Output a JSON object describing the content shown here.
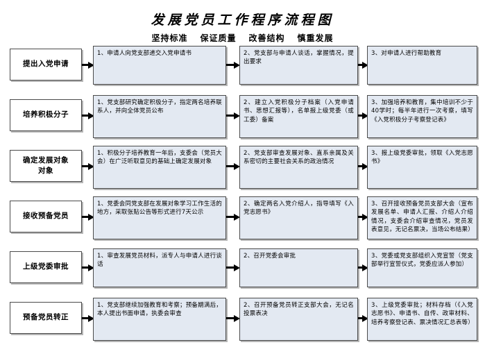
{
  "document": {
    "title": "发展党员工作程序流程图",
    "subtitle_parts": [
      "坚持标准",
      "保证质量",
      "改善结构",
      "慎重发展"
    ]
  },
  "colors": {
    "step_box_fill": "#e3e9f2",
    "stage_box_fill": "#ffffff",
    "border": "#4a4a4a",
    "arrow": "#000000",
    "text": "#000000"
  },
  "rows": [
    {
      "stage": "提出入党申请",
      "steps": [
        "1、申请人向党支部递交入党申请书",
        "2、党支部与申请人谈话，掌握情况，提出要求",
        "3、对申请人进行帮助教育"
      ]
    },
    {
      "stage": "培养积极分子",
      "steps": [
        "1、党支部研究确定积极分子，指定两名培养联系人，并向全体党员公布",
        "2、建立入党积极分子档案（入党申请书、思想汇报等），名单报上级党委（或工委）备案",
        "3、加强培养和教育，集中培训不少于40学时；每半年进行一次考察，填写《入党积极分子考察登记表》"
      ]
    },
    {
      "stage": "确定发展对象\n对象",
      "steps": [
        "1、积极分子培养教育一年后，支委会（党员大会）在广泛听取意见的基础上确定发展对象",
        "2、党支部审查发展对象、直系亲属及关系密切的主要社会关系的政治情况",
        "3、报上级党委审批，领取《入党志愿书》"
      ]
    },
    {
      "stage": "接收预备党员",
      "steps": [
        "1、党委会同党支部在发展对象学习工作生活的地方，采取张贴公告等形式进行7天公示",
        "2、确定两名入党介绍人，指导填写《入党志愿书》",
        "3、召开接收预备党员支部大会（宣布发展名单、申请人汇报、介绍人介绍情况，支委会介绍审查情况，党员发表意见，无记名票决，当场公布结果）"
      ]
    },
    {
      "stage": "上级党委审批",
      "steps": [
        "1、审查发展党员材料，派专人与申请人进行谈话",
        "2、召开党委会审批",
        "3、党委或党支部组织入党宣誓（党支部举行宣誓仪式，党委应派人参加）"
      ]
    },
    {
      "stage": "预备党员转正",
      "steps": [
        "1、党支部继续加强教育和考察；预备期满后，本人提出书面申请，执委会审查",
        "2、召开预备党员转正支部大会，无记名投票表决",
        "3、上级党委审批；材料存档（《入党志愿书》、申请书、自传、政审材料、培养考察登记表、票决情况汇总表等）"
      ]
    }
  ]
}
